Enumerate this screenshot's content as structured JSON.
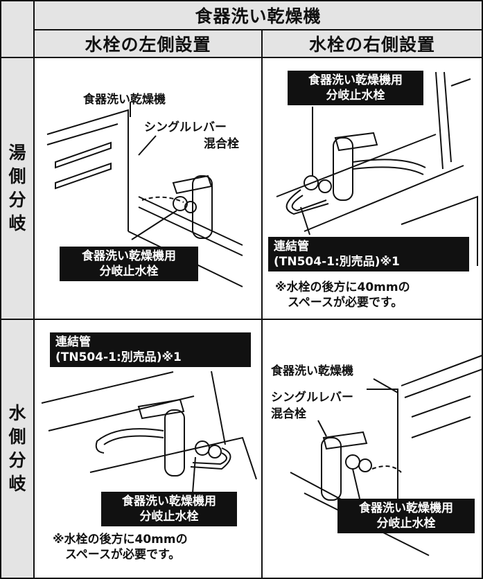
{
  "header": {
    "main_title": "食器洗い乾燥機",
    "col_left": "水栓の左側設置",
    "col_right": "水栓の右側設置"
  },
  "rows": {
    "hot": [
      "湯",
      "側",
      "分",
      "岐"
    ],
    "cold": [
      "水",
      "側",
      "分",
      "岐"
    ]
  },
  "panel_hot_left": {
    "dishwasher": "食器洗い乾燥機",
    "faucet_line1": "シングルレバー",
    "faucet_line2": "混合栓",
    "valve_line1": "食器洗い乾燥機用",
    "valve_line2": "分岐止水栓"
  },
  "panel_hot_right": {
    "valve_line1": "食器洗い乾燥機用",
    "valve_line2": "分岐止水栓",
    "pipe_line1": "連結管",
    "pipe_line2": "(TN504-1:別売品)※1",
    "note_line1": "※水栓の後方に40mmの",
    "note_line2": "スペースが必要です。"
  },
  "panel_cold_left": {
    "pipe_line1": "連結管",
    "pipe_line2": "(TN504-1:別売品)※1",
    "valve_line1": "食器洗い乾燥機用",
    "valve_line2": "分岐止水栓",
    "note_line1": "※水栓の後方に40mmの",
    "note_line2": "スペースが必要です。"
  },
  "panel_cold_right": {
    "dishwasher": "食器洗い乾燥機",
    "faucet_line1": "シングルレバー",
    "faucet_line2": "混合栓",
    "valve_line1": "食器洗い乾燥機用",
    "valve_line2": "分岐止水栓"
  },
  "colors": {
    "header_bg": "#e4e4e4",
    "label_box": "#111111",
    "border": "#111111"
  }
}
